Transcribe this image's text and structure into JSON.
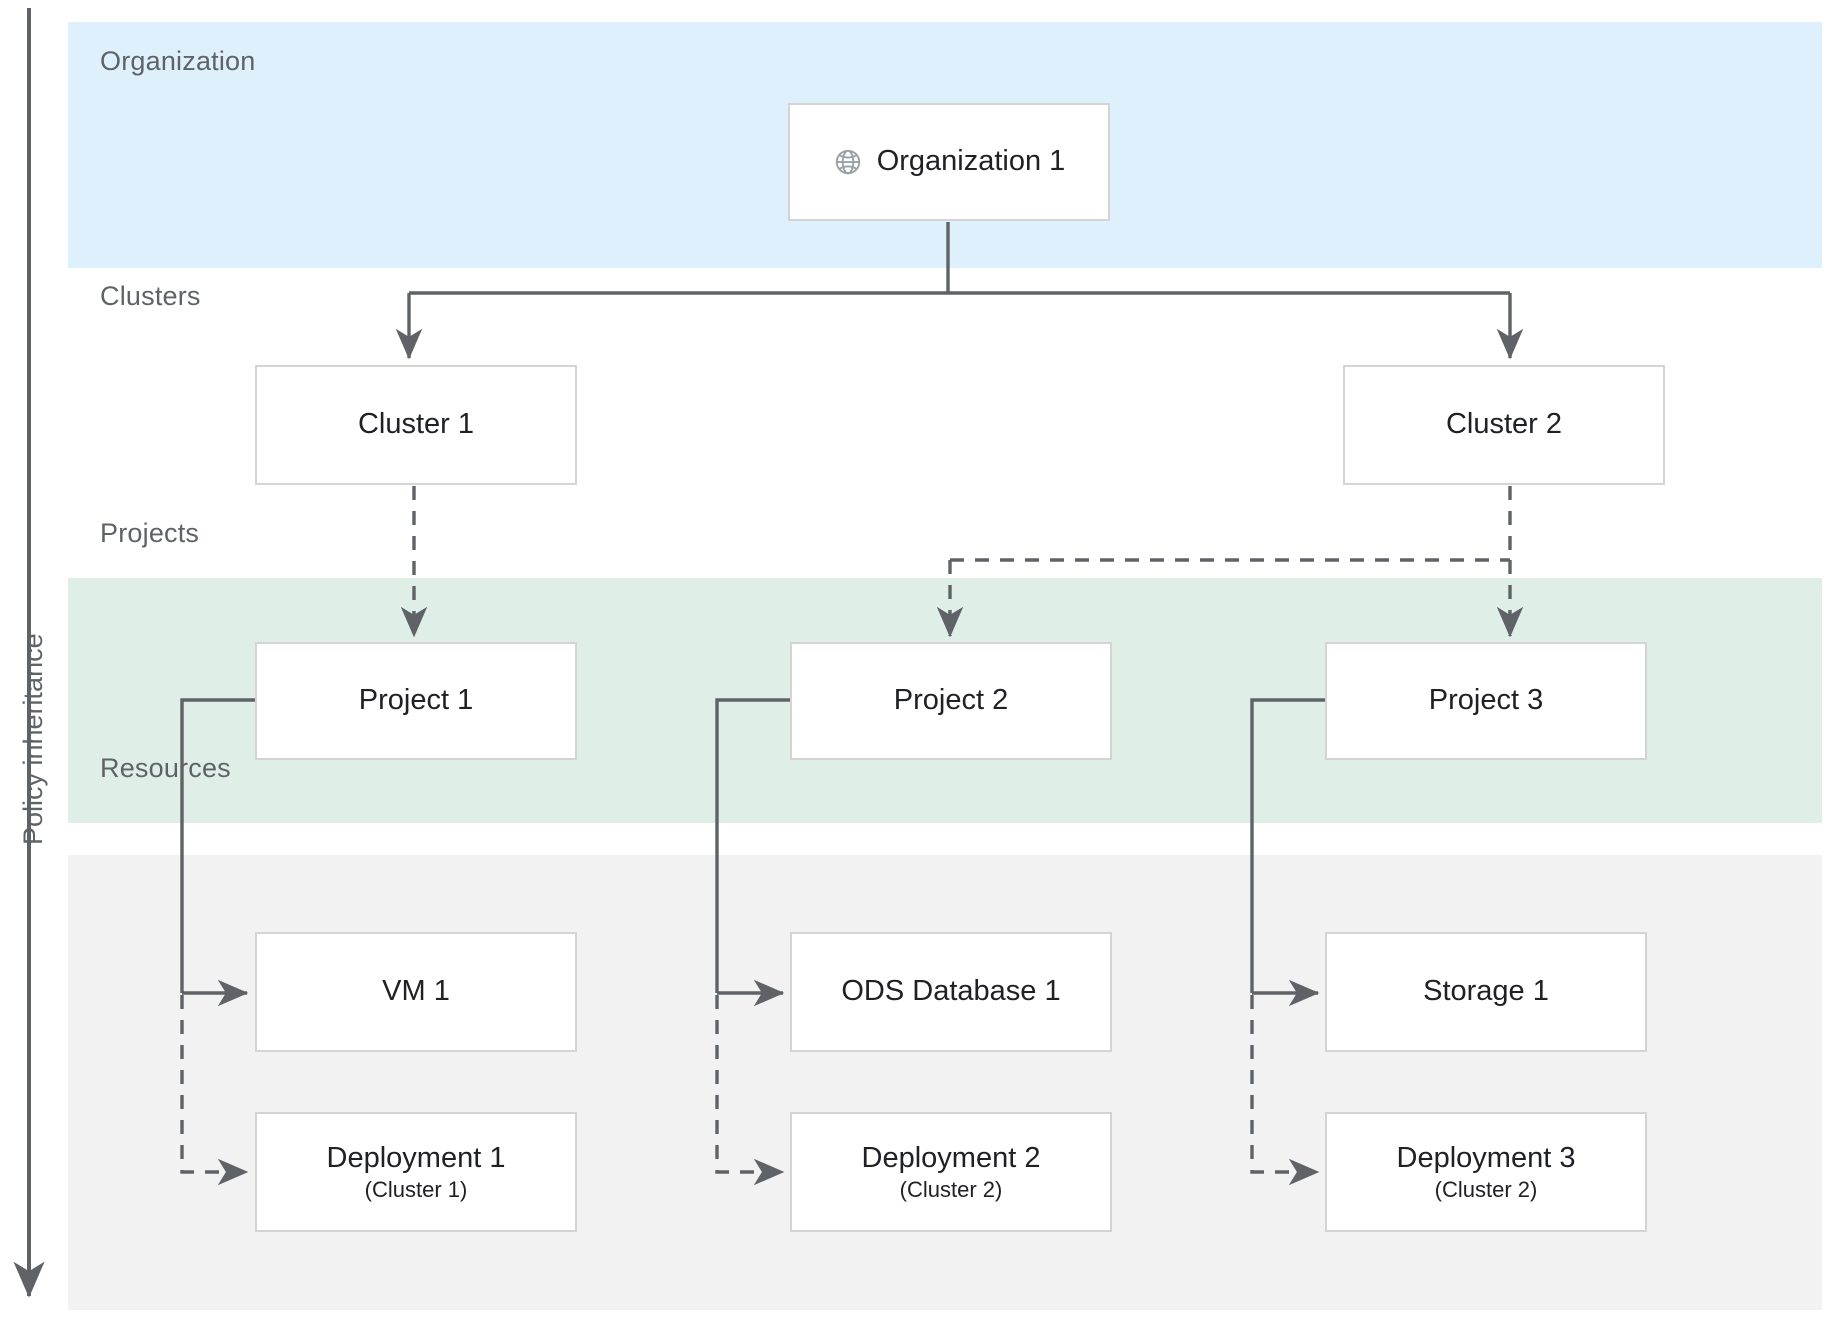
{
  "diagram": {
    "axis": {
      "label": "Policy inheritance",
      "direction": "down"
    },
    "bands": [
      {
        "name": "organization",
        "label": "Organization",
        "color": "#ddf0fb"
      },
      {
        "name": "clusters",
        "label": "Clusters",
        "color": "#ffffff"
      },
      {
        "name": "projects",
        "label": "Projects",
        "color": "#dfeee7"
      },
      {
        "name": "resources",
        "label": "Resources",
        "color": "#f2f2f2"
      }
    ],
    "nodes": {
      "organization_1": {
        "title": "Organization 1",
        "icon": "globe-icon"
      },
      "cluster_1": {
        "title": "Cluster 1"
      },
      "cluster_2": {
        "title": "Cluster 2"
      },
      "project_1": {
        "title": "Project 1"
      },
      "project_2": {
        "title": "Project 2"
      },
      "project_3": {
        "title": "Project 3"
      },
      "vm_1": {
        "title": "VM 1"
      },
      "ods_database_1": {
        "title": "ODS Database 1"
      },
      "storage_1": {
        "title": "Storage 1"
      },
      "deployment_1": {
        "title": "Deployment 1",
        "sub": "(Cluster 1)"
      },
      "deployment_2": {
        "title": "Deployment 2",
        "sub": "(Cluster 2)"
      },
      "deployment_3": {
        "title": "Deployment 3",
        "sub": "(Cluster 2)"
      }
    },
    "edges": [
      {
        "from": "organization_1",
        "to": "cluster_1",
        "style": "solid"
      },
      {
        "from": "organization_1",
        "to": "cluster_2",
        "style": "solid"
      },
      {
        "from": "cluster_1",
        "to": "project_1",
        "style": "dashed"
      },
      {
        "from": "cluster_2",
        "to": "project_2",
        "style": "dashed"
      },
      {
        "from": "cluster_2",
        "to": "project_3",
        "style": "dashed"
      },
      {
        "from": "project_1",
        "to": "vm_1",
        "style": "solid"
      },
      {
        "from": "project_1",
        "to": "deployment_1",
        "style": "dashed"
      },
      {
        "from": "project_2",
        "to": "ods_database_1",
        "style": "solid"
      },
      {
        "from": "project_2",
        "to": "deployment_2",
        "style": "dashed"
      },
      {
        "from": "project_3",
        "to": "storage_1",
        "style": "solid"
      },
      {
        "from": "project_3",
        "to": "deployment_3",
        "style": "dashed"
      }
    ],
    "colors": {
      "line": "#5f6368",
      "node_border": "#d4d4d4",
      "node_fill": "#ffffff",
      "text": "#202124",
      "label_text": "#5f6368"
    }
  }
}
